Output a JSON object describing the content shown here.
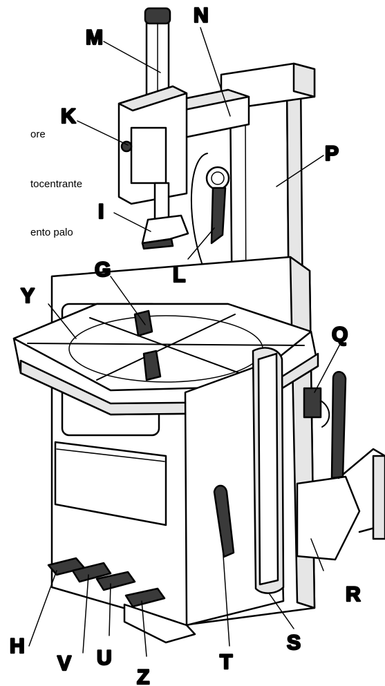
{
  "caption_fragments": [
    "ore",
    "tocentrante",
    "ento  palo"
  ],
  "labels": {
    "M": "M",
    "N": "N",
    "K": "K",
    "P": "P",
    "I": "I",
    "L": "L",
    "G": "G",
    "Y": "Y",
    "Q": "Q",
    "R": "R",
    "S": "S",
    "T": "T",
    "H": "H",
    "V": "V",
    "U": "U",
    "Z": "Z"
  },
  "colors": {
    "ink": "#000000",
    "paper": "#ffffff",
    "shade": "#e6e6e6",
    "dark": "#3a3a3a"
  }
}
